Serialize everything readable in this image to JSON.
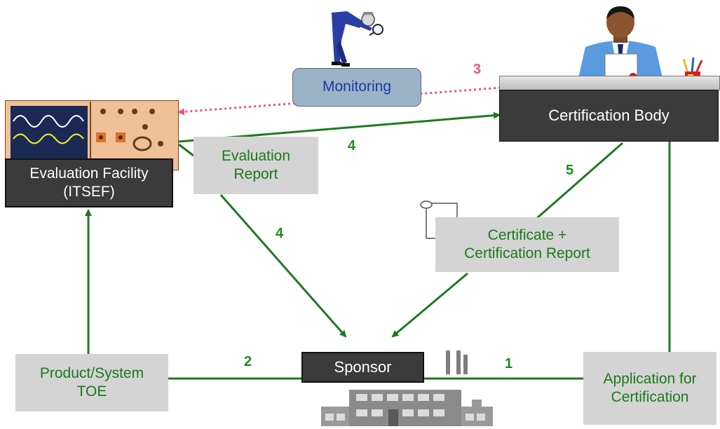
{
  "nodes": {
    "monitoring": "Monitoring",
    "certification_body": "Certification Body",
    "evaluation_facility": "Evaluation Facility\n(ITSEF)",
    "evaluation_report": "Evaluation\nReport",
    "certificate": "Certificate +\nCertification Report",
    "sponsor": "Sponsor",
    "product_system": "Product/System\nTOE",
    "application": "Application for\nCertification"
  },
  "steps": {
    "monitoring_step": "3",
    "report_to_body": "4",
    "report_to_sponsor": "4",
    "certificate_step": "5",
    "toe_step": "2",
    "application_step": "1"
  },
  "colors": {
    "flow": "#1e7a1e",
    "monitoring": "#e8558c",
    "box_fill": "#d4d4d4",
    "dark_label": "#3b3b3b"
  },
  "icons": [
    "inspector-icon",
    "certifier-icon",
    "pencil-cup-icon",
    "lab-equipment-icon",
    "scroll-certificate-icon",
    "factory-icon"
  ]
}
